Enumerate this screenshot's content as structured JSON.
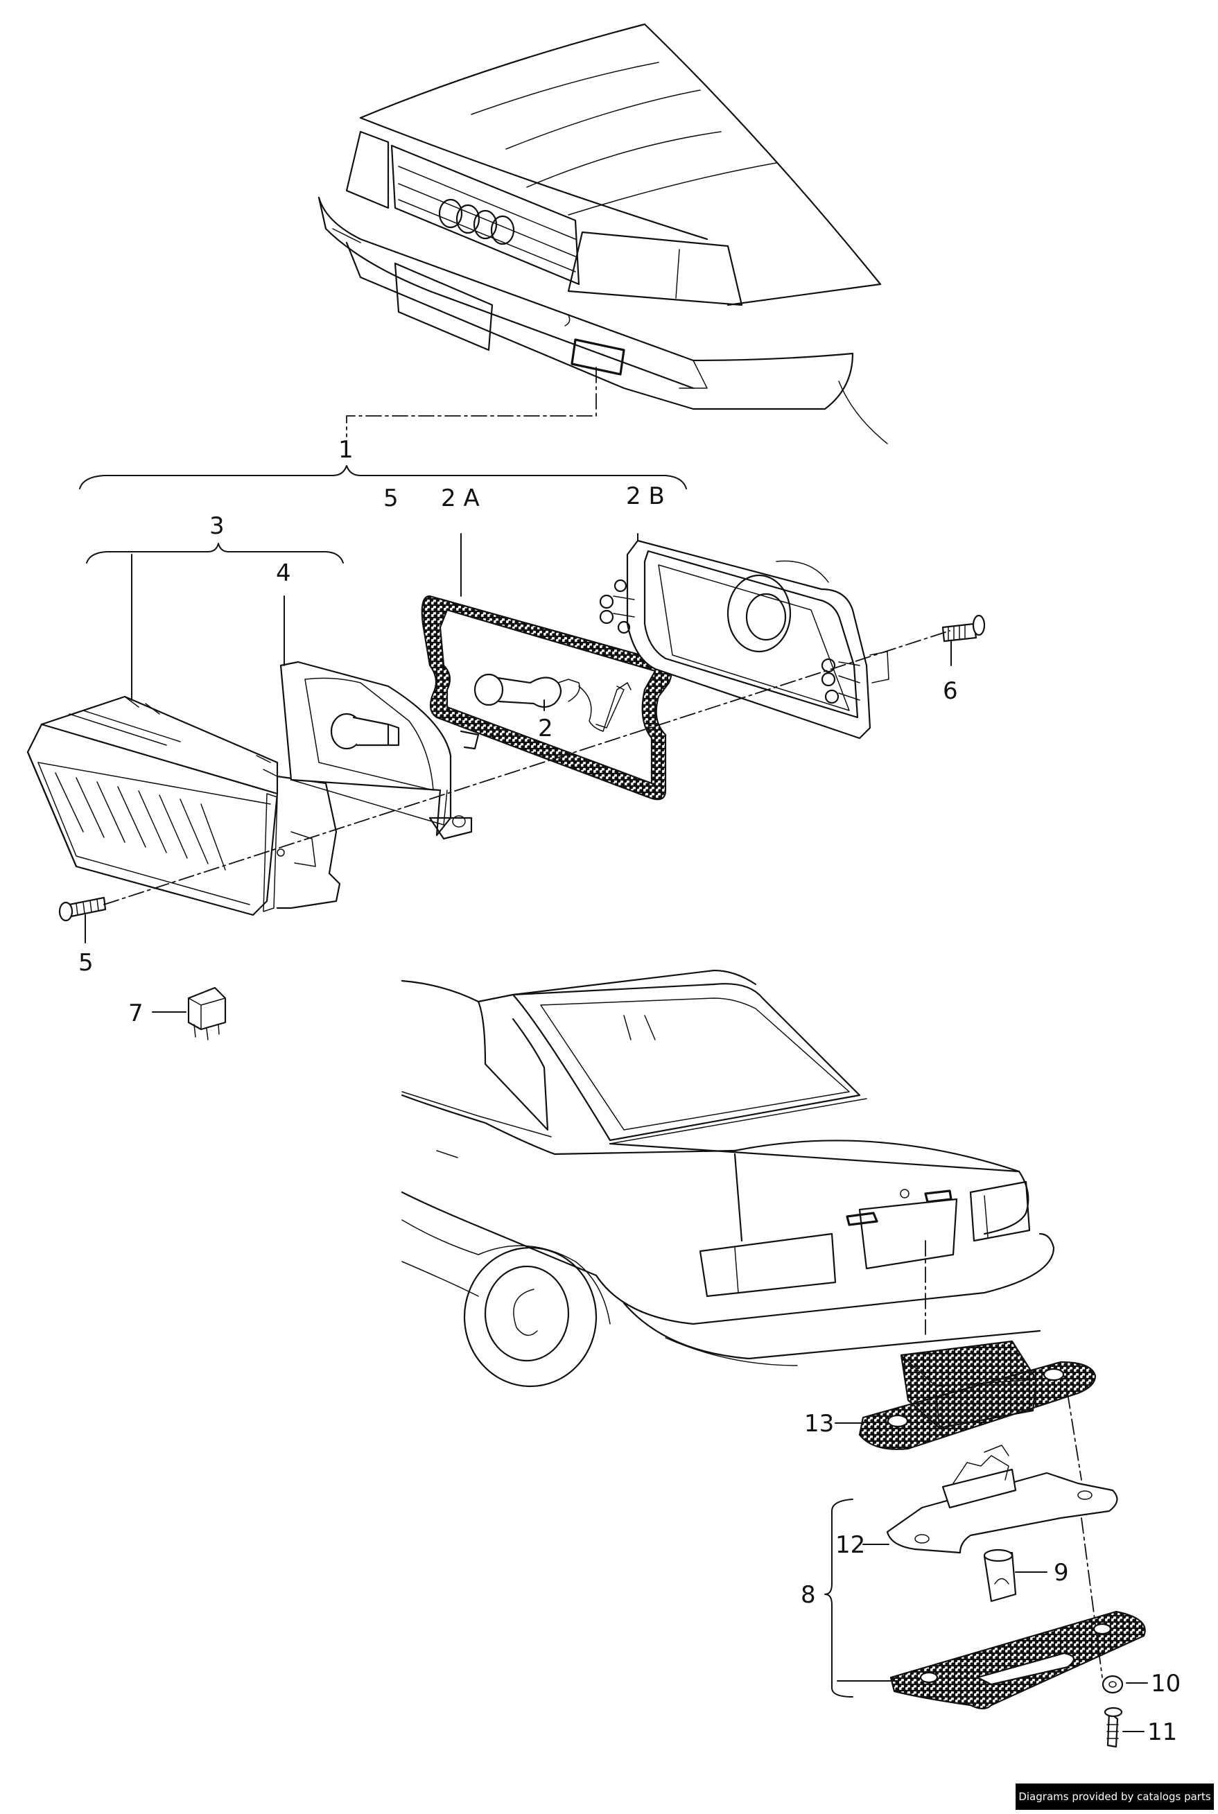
{
  "callouts": {
    "c1": "1",
    "c2": "2",
    "c2a": "2 A",
    "c2b": "2 B",
    "c3": "3",
    "c4": "4",
    "c5_top": "5",
    "c5_bottom": "5",
    "c6": "6",
    "c7": "7",
    "c8": "8",
    "c9": "9",
    "c10": "10",
    "c11": "11",
    "c12": "12",
    "c13": "13"
  },
  "credit": "Diagrams provided by catalogs parts"
}
